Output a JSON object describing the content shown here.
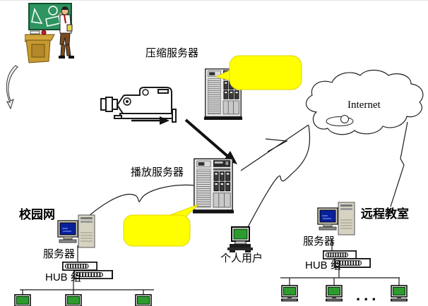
{
  "labels": {
    "compression_server": "压缩服务器",
    "playback_server": "播放服务器",
    "internet": "Internet",
    "campus_network": "校园网",
    "campus_server": "服务器",
    "campus_hub_group": "HUB 组",
    "personal_user": "个人用户",
    "remote_classroom": "远程教室",
    "remote_server": "服务器",
    "remote_hub_group": "HUB 组",
    "more_computers": "..."
  },
  "icons": {
    "classroom": "classroom-clipart",
    "curved_arrow": "curved-arrow-icon",
    "video_camera": "video-camera-icon",
    "server_tower": "server-tower-icon",
    "desktop_server": "desktop-server-icon",
    "hub": "hub-icon",
    "workstation": "green-workstation-icon",
    "cloud": "internet-cloud",
    "callout": "yellow-callout-bubble"
  },
  "colors": {
    "background": "#ffffff",
    "callout_yellow": "#ffff00",
    "screen_green": "#2d9b2d",
    "screen_blue": "#0a1f9c",
    "board_green": "#2e9460",
    "desk_tan": "#d2a63c",
    "line_color": "#1a1a1a"
  }
}
